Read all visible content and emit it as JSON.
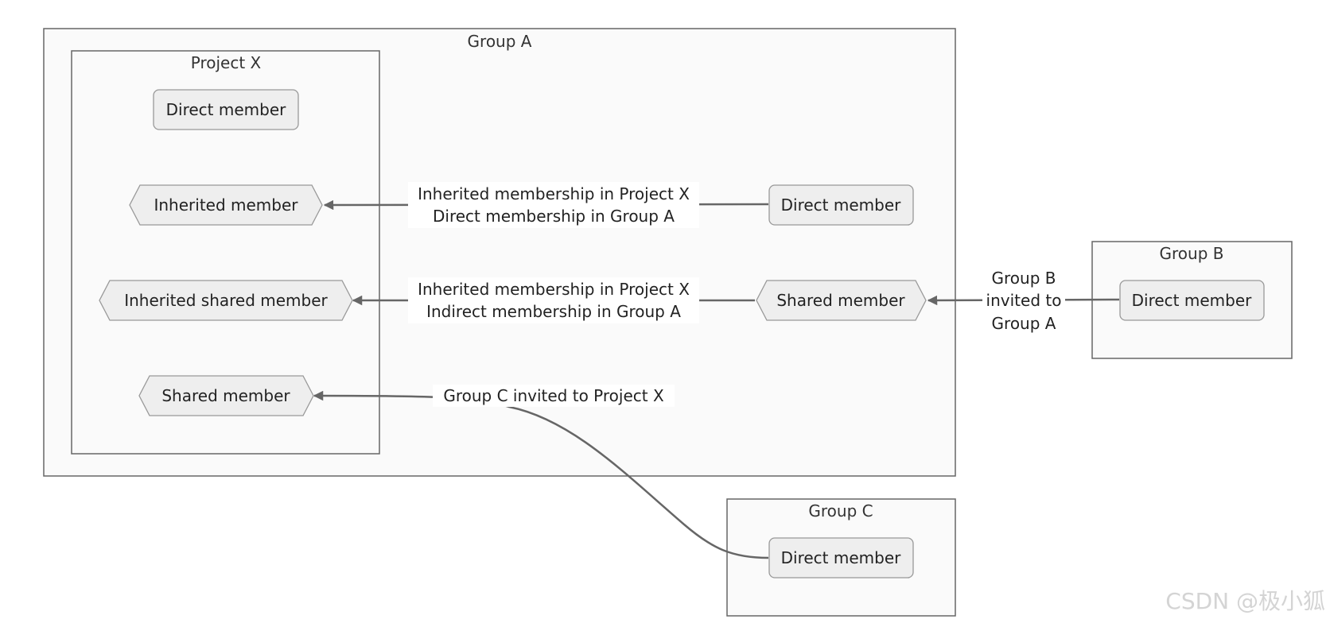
{
  "clusters": {
    "group_a": "Group A",
    "project_x": "Project X",
    "group_b": "Group B",
    "group_c": "Group C"
  },
  "nodes": {
    "px_direct_member": "Direct member",
    "px_inherited_member": "Inherited member",
    "px_inherited_shared_member": "Inherited shared member",
    "px_shared_member": "Shared member",
    "ga_direct_member": "Direct member",
    "ga_shared_member": "Shared member",
    "gb_direct_member": "Direct member",
    "gc_direct_member": "Direct member"
  },
  "edges": {
    "inherited": {
      "line1": "Inherited membership in Project X",
      "line2": "Direct membership in Group A"
    },
    "inherited_shared": {
      "line1": "Inherited membership in Project X",
      "line2": "Indirect membership in Group A"
    },
    "group_b_invite": {
      "line1": "Group B",
      "line2": "invited to",
      "line3": "Group A"
    },
    "group_c_invite": {
      "line1": "Group C invited to Project X"
    }
  },
  "watermark": "CSDN @极小狐",
  "colors": {
    "cluster_fill": "#fafafa",
    "cluster_stroke": "#666666",
    "node_fill": "#eeeeee",
    "node_stroke": "#999999",
    "edge": "#666666"
  }
}
